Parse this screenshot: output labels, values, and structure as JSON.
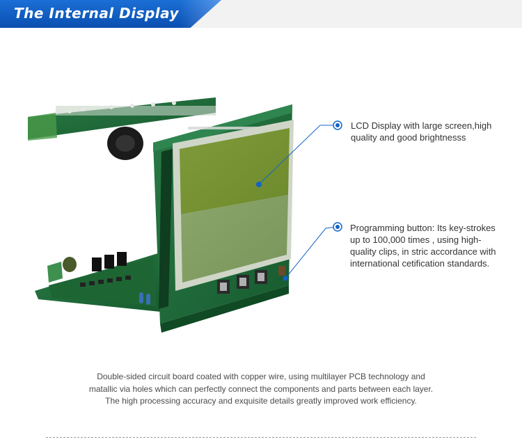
{
  "header": {
    "title": "The Internal Display",
    "accent_color": "#0a4fb0",
    "band_color": "#f2f2f2"
  },
  "callouts": {
    "lcd": "LCD Display with large screen,high quality and good brightnesss",
    "button": "Programming button:  Its key-strokes up to 100,000 times , using high-quality clips, in stric accordance with international cetification standards."
  },
  "description": {
    "line1": "Double-sided circuit board coated with copper wire,  using multilayer PCB technology and",
    "line2": "matallic via holes which can perfectly connect the components and parts between each layer.",
    "line3": "The high processing accuracy and exquisite details greatly improved work efficiency."
  },
  "colors": {
    "pcb_green": "#1f6b38",
    "lcd_green": "#7f9a3a",
    "leader_blue": "#1463c8"
  },
  "icons": {
    "lcd_marker": "dot-icon",
    "button_marker": "dot-icon"
  }
}
